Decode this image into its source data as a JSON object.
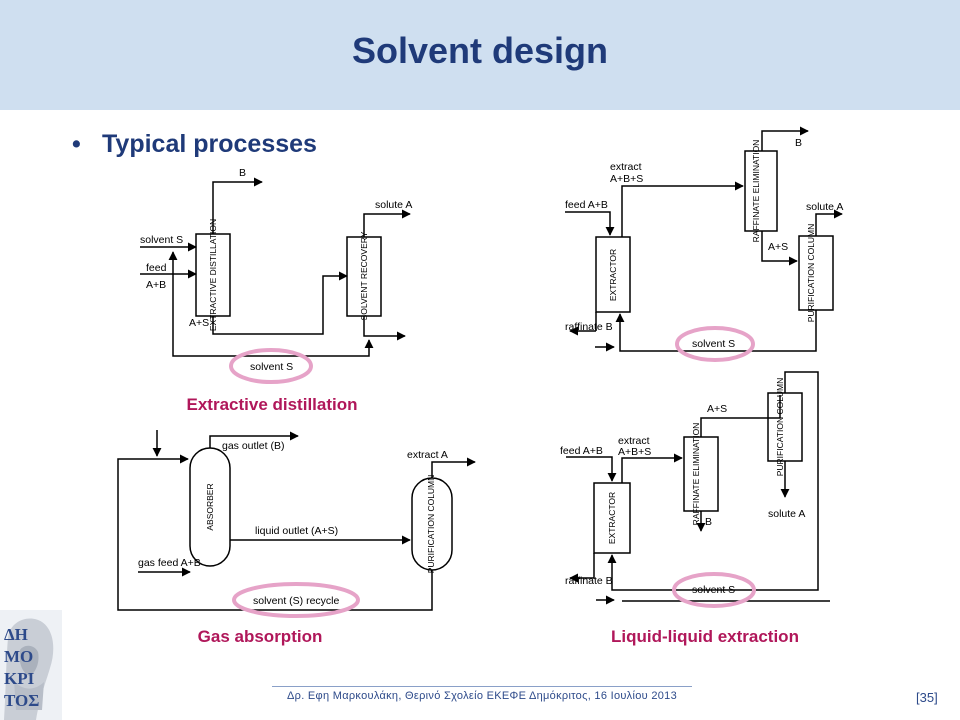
{
  "title": "Solvent design",
  "bullet": "Typical processes",
  "diagrams": {
    "extractive_distillation": {
      "caption": "Extractive distillation",
      "column1": "EXTRACTIVE DISTILLATION",
      "column2": "SOLVENT RECOVERY",
      "labels": [
        "B",
        "solute A",
        "solvent S",
        "feed",
        "A+B",
        "A+S",
        "solvent S"
      ]
    },
    "gas_absorption": {
      "caption": "Gas absorption",
      "column1": "ABSORBER",
      "column2": "PURIFICATION COLUMN",
      "labels": [
        "gas outlet (B)",
        "extract A",
        "liquid outlet (A+S)",
        "gas feed A+B",
        "solvent (S) recycle"
      ]
    },
    "lle_top": {
      "column1": "RAFFINATE ELIMINATION",
      "column2": "PURIFICATION COLUMN",
      "column3": "EXTRACTOR",
      "labels": [
        "B",
        "extract",
        "A+B+S",
        "feed A+B",
        "solute A",
        "A+S",
        "raffinate B",
        "solvent S"
      ]
    },
    "lle_bottom": {
      "caption": "Liquid-liquid  extraction",
      "column1": "RAFFINATE ELIMINATION",
      "column2": "PURIFICATION COLUMN",
      "column3": "EXTRACTOR",
      "labels": [
        "A+S",
        "extract",
        "A+B+S",
        "feed A+B",
        "B",
        "solute A",
        "raffinate B",
        "solvent S"
      ]
    }
  },
  "footer": "Δρ. Εφη Μαρκουλάκη, Θερινό Σχολείο ΕΚΕΦΕ Δημόκριτος, 16 Ιουλίου 2013",
  "page_number": "[35]",
  "logo_text": "ΔΗΜΟΚΡΙΤΟΣ",
  "colors": {
    "title": "#1f3a79",
    "header_bg": "#cfdff0",
    "caption": "#b0175a",
    "highlight": "#e6a3c8"
  }
}
